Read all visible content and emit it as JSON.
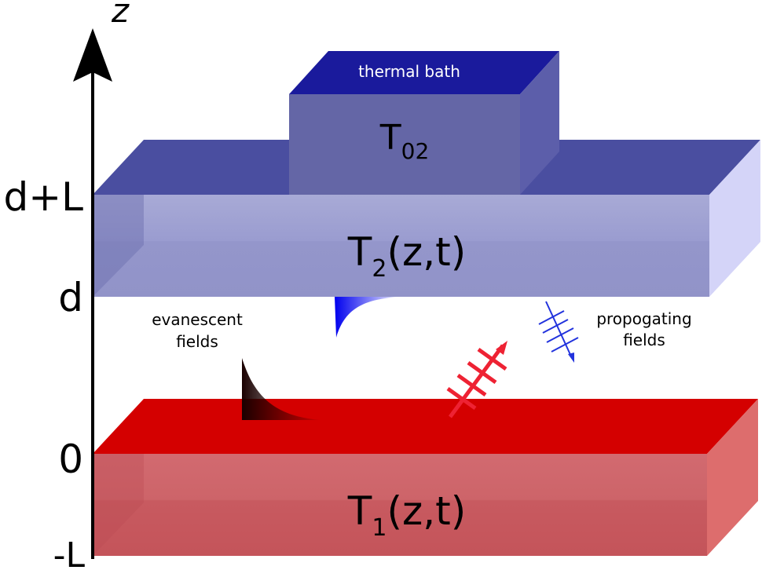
{
  "axis": {
    "label": "z",
    "ticks": {
      "top": "d+L",
      "upper": "d",
      "zero": "0",
      "bottom": "-L"
    }
  },
  "bath": {
    "label": "thermal bath",
    "temp_main": "T",
    "temp_sub": "02"
  },
  "upper_slab": {
    "temp_main": "T",
    "temp_sub": "2",
    "temp_args": "(z,t)"
  },
  "lower_slab": {
    "temp_main": "T",
    "temp_sub": "1",
    "temp_args": "(z,t)"
  },
  "labels": {
    "evanescent_line1": "evanescent",
    "evanescent_line2": "fields",
    "propagating_line1": "propogating",
    "propagating_line2": "fields"
  },
  "colors": {
    "upper_top": "#4a4ea0",
    "upper_front": "#9698cc",
    "upper_side": "#d4d4f8",
    "bath_top": "#1a1a9c",
    "bath_front": "#6466a6",
    "bath_side": "#5c5eaa",
    "lower_top": "#d40000",
    "lower_front": "#cd5f66",
    "lower_side": "#dd6d6d",
    "red_wave": "#ee2233",
    "blue_wave": "#2233dd"
  }
}
